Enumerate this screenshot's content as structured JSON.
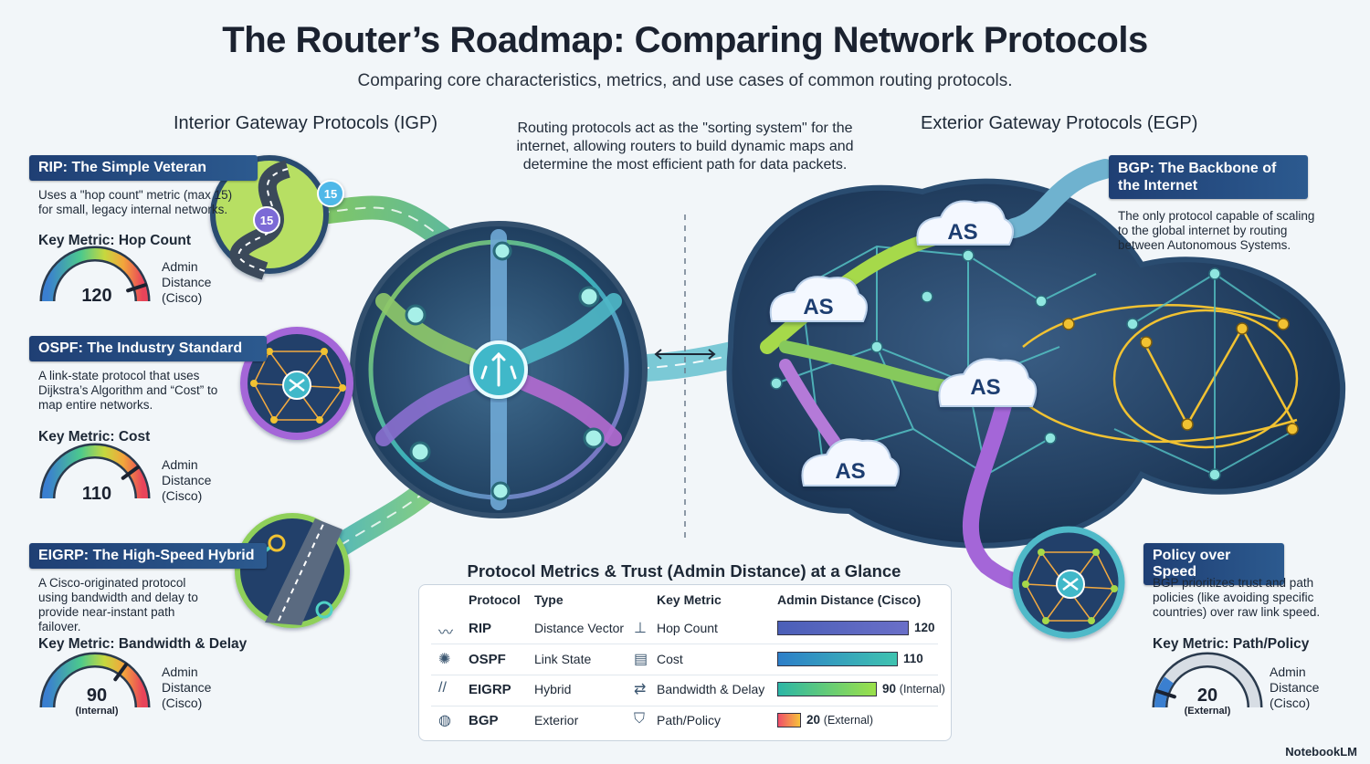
{
  "header": {
    "title": "The Router’s Roadmap: Comparing Network Protocols",
    "subtitle": "Comparing core characteristics, metrics, and use cases of common routing protocols."
  },
  "sections": {
    "igp": "Interior Gateway Protocols (IGP)",
    "egp": "Exterior Gateway Protocols (EGP)",
    "center_note": "Routing protocols act as the \"sorting system\" for the internet, allowing routers to build dynamic maps and determine the most efficient path for data packets."
  },
  "protocols": {
    "rip": {
      "banner": "RIP: The Simple Veteran",
      "desc": "Uses a \"hop count\" metric (max 15) for small, legacy internal networks.",
      "metric": "Key Metric: Hop Count",
      "gauge_value": "120",
      "gauge_fraction": 0.9,
      "badge_a": "15",
      "badge_b": "15"
    },
    "ospf": {
      "banner": "OSPF: The Industry Standard",
      "desc": "A link-state protocol that uses Dijkstra’s Algorithm and “Cost” to map entire networks.",
      "metric": "Key Metric: Cost",
      "gauge_value": "110",
      "gauge_fraction": 0.8
    },
    "eigrp": {
      "banner": "EIGRP: The High-Speed Hybrid",
      "desc": "A Cisco-originated protocol using bandwidth and delay to provide near-instant path failover.",
      "metric": "Key Metric: Bandwidth & Delay",
      "gauge_value": "90",
      "gauge_sub": "(Internal)",
      "gauge_fraction": 0.7
    },
    "bgp": {
      "banner": "BGP: The Backbone of the Internet",
      "desc": "The only protocol capable of scaling to the global internet by routing between Autonomous Systems."
    },
    "policy": {
      "banner": "Policy over Speed",
      "desc": "BGP prioritizes trust and path policies (like avoiding specific countries) over raw link speed.",
      "metric": "Key Metric: Path/Policy",
      "gauge_value": "20",
      "gauge_sub": "(External)",
      "gauge_fraction": 0.1
    }
  },
  "admin_distance_label": "Admin Distance (Cisco)",
  "as_label": "AS",
  "table": {
    "title": "Protocol Metrics & Trust (Admin Distance) at a Glance",
    "headers": [
      "Protocol",
      "Type",
      "Key Metric",
      "Admin Distance (Cisco)"
    ],
    "rows": [
      {
        "protocol": "RIP",
        "type": "Distance Vector",
        "metric": "Hop Count",
        "ad": "120",
        "ad_note": "",
        "ad_fraction": 1.0,
        "color_from": "#4b5fb8",
        "color_to": "#6a6fc8",
        "icon": "road-icon",
        "metric_icon": "hierarchy-icon"
      },
      {
        "protocol": "OSPF",
        "type": "Link State",
        "metric": "Cost",
        "ad": "110",
        "ad_note": "",
        "ad_fraction": 0.917,
        "color_from": "#2d7fc9",
        "color_to": "#3fc3b0",
        "icon": "mesh-icon",
        "metric_icon": "cost-icon"
      },
      {
        "protocol": "EIGRP",
        "type": "Hybrid",
        "metric": "Bandwidth & Delay",
        "ad": "90",
        "ad_note": "(Internal)",
        "ad_fraction": 0.75,
        "color_from": "#2cb6a6",
        "color_to": "#9be04a",
        "icon": "highway-icon",
        "metric_icon": "arrows-icon"
      },
      {
        "protocol": "BGP",
        "type": "Exterior",
        "metric": "Path/Policy",
        "ad": "20",
        "ad_note": "(External)",
        "ad_fraction": 0.17,
        "color_from": "#f04e6a",
        "color_to": "#f7c23b",
        "icon": "globe-icon",
        "metric_icon": "shield-icon"
      }
    ]
  },
  "watermark": "NotebookLM",
  "colors": {
    "banner": "#24497e",
    "teal": "#3fc3c9",
    "green": "#a6d94a",
    "purple": "#a466d8",
    "gold": "#f1c232",
    "navy": "#1e3a66"
  }
}
